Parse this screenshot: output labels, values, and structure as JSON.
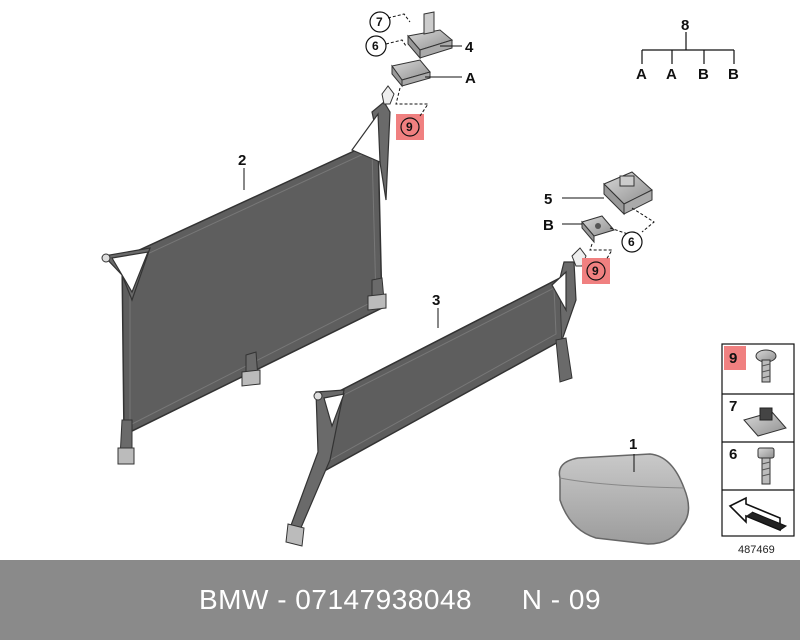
{
  "labels": {
    "part_1": "1",
    "part_2": "2",
    "part_3": "3",
    "part_4": "4",
    "part_5": "5",
    "part_6a": "6",
    "part_6b": "6",
    "part_7": "7",
    "part_9a": "9",
    "part_9b": "9",
    "ref_a_top": "A",
    "ref_b_mid": "B",
    "tree_root": "8",
    "tree_leaves": [
      "A",
      "A",
      "B",
      "B"
    ]
  },
  "legend": {
    "items": [
      "9",
      "7",
      "6"
    ],
    "ref_number": "487469"
  },
  "footer": {
    "text": "BMW - 07147938048      N - 09"
  },
  "colors": {
    "highlight": "#f08080",
    "net": "#5e5e5e",
    "footer_bg": "#8a8a8a"
  }
}
